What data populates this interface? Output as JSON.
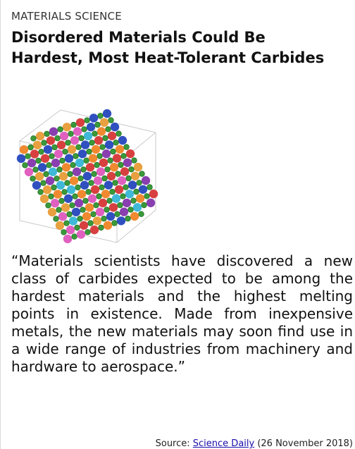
{
  "article": {
    "section": "MATERIALS SCIENCE",
    "title_line1": "Disordered Materials Could Be",
    "title_line2": "Hardest, Most Heat-Tolerant Carbides",
    "quote": "“Materials scientists have discovered a new class of carbides expected to be among the hardest materials and the highest melting points in existence. Made from inexpensive metals, the new materials may soon find use in a wide range of industries from machinery and hardware to aerospace.”",
    "source_prefix": "Source: ",
    "source_link": "Science Daily",
    "source_suffix": " (26 November 2018)"
  },
  "figure": {
    "icon": "crystal-lattice-illustration",
    "colors": {
      "carbon": "#3a9a3a",
      "metals": [
        "#e8a040",
        "#d84040",
        "#8a3fb0",
        "#3050c0",
        "#e060c0",
        "#40b8d8",
        "#f08a30"
      ]
    }
  }
}
